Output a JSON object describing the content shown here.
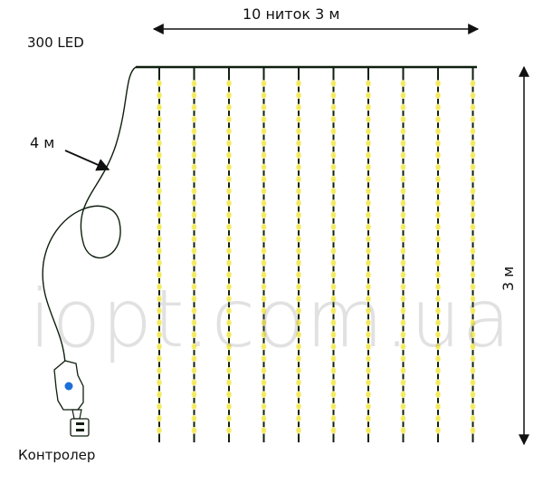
{
  "labels": {
    "width": "10 ниток 3 м",
    "led_count": "300 LED",
    "cable_length": "4 м",
    "controller": "Контролер",
    "height": "3 м"
  },
  "watermark": "iopt.com.ua",
  "strands": 10,
  "leds_per_strand": 30,
  "colors": {
    "wire": "#0f1f0f",
    "led": "#f3ea5a",
    "led_glow": "#f8f1a0",
    "arrow": "#111111",
    "controller_button": "#1e6fd9"
  },
  "icons": [
    "usb-plug-icon",
    "controller-icon"
  ]
}
